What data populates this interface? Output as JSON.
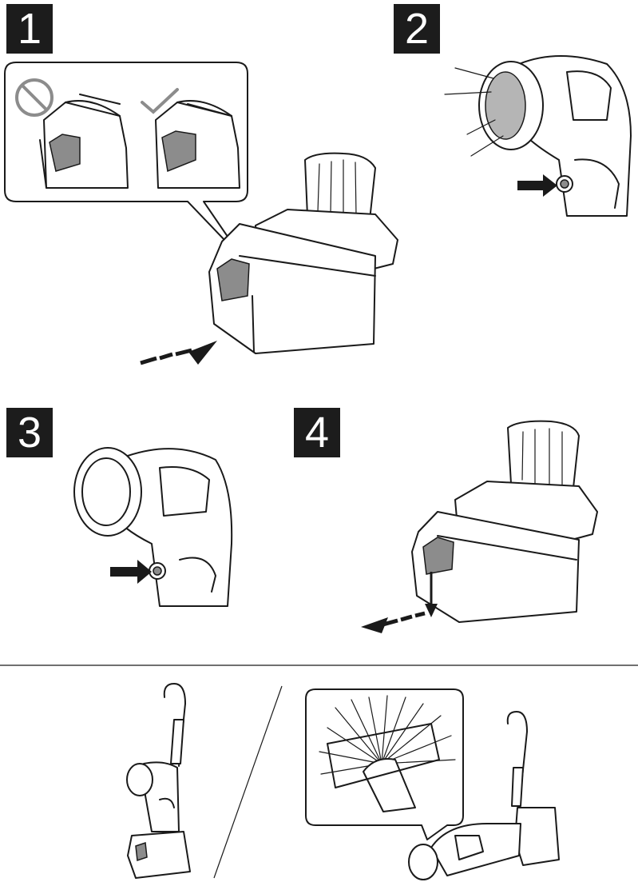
{
  "steps": [
    {
      "label": "1"
    },
    {
      "label": "2"
    },
    {
      "label": "3"
    },
    {
      "label": "4"
    }
  ],
  "colors": {
    "badge_bg": "#1c1c1c",
    "badge_text": "#ffffff",
    "line_art": "#1a1a1a",
    "shade": "#8c8c8c"
  },
  "icons": {
    "prohibited": "prohibition-circle-icon",
    "correct": "checkmark-icon",
    "push_arrow": "arrow-right-icon",
    "slide_arrow": "dashed-arrow-icon",
    "down_arrow": "arrow-down-icon"
  }
}
